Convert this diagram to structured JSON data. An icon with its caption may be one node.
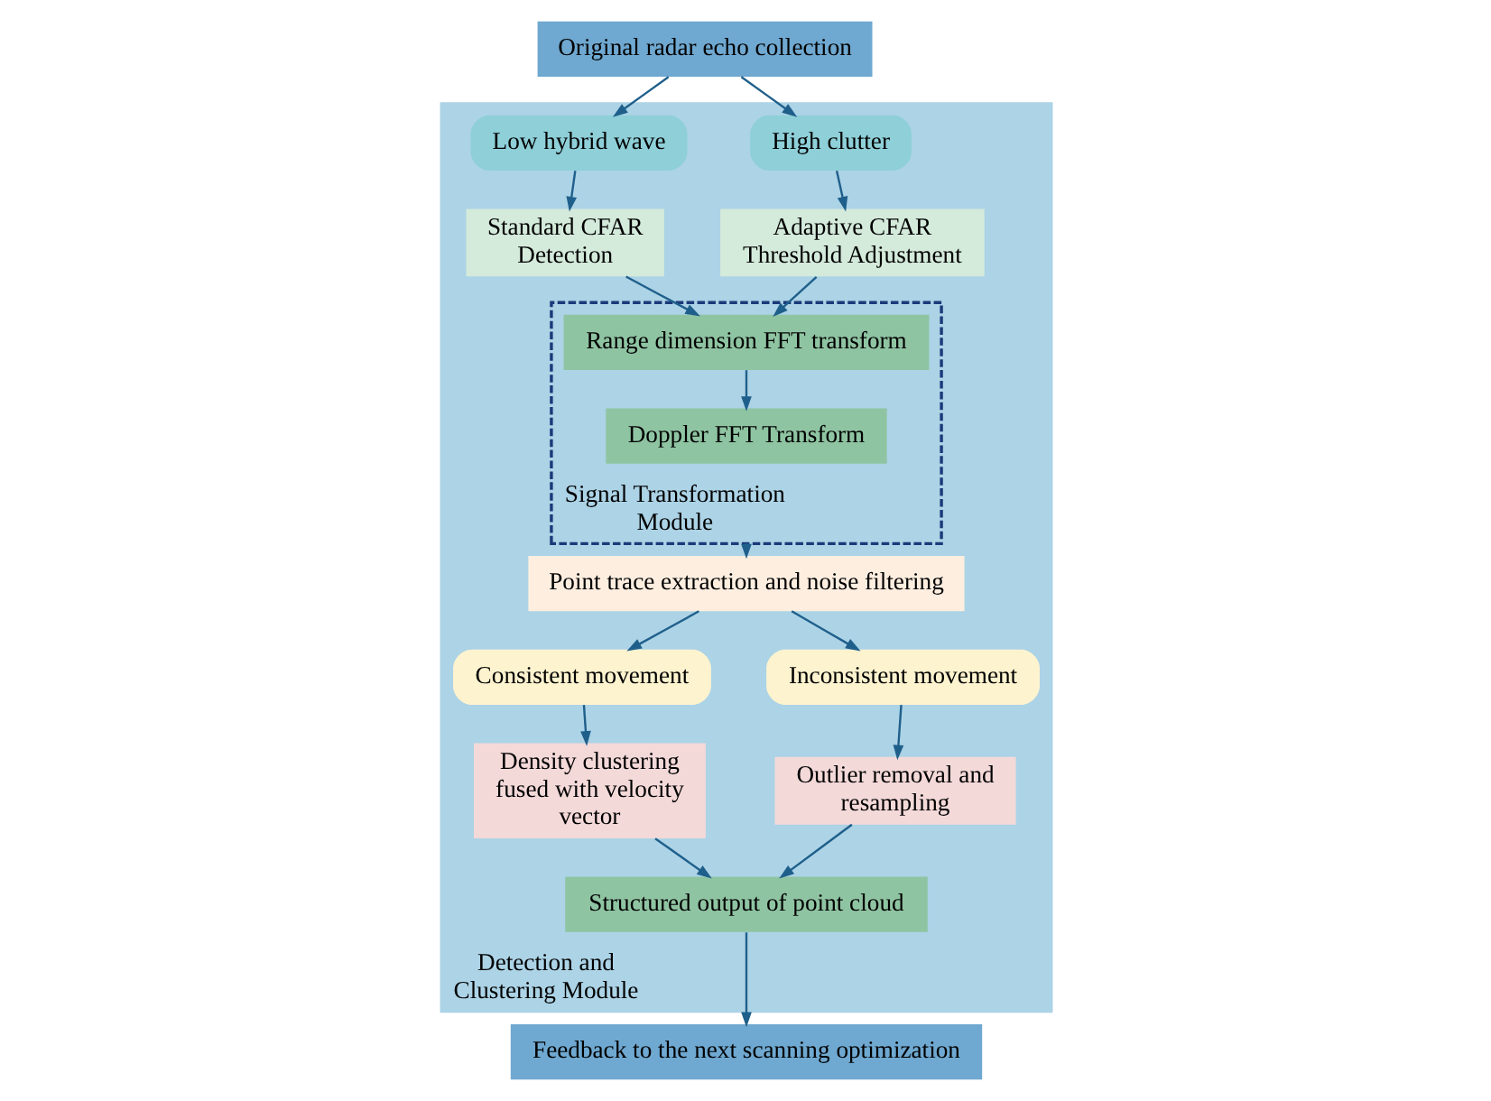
{
  "diagram": {
    "nodes": [
      {
        "text": [
          "Original radar echo collection"
        ]
      },
      {
        "text": [
          "Detection and Clustering Module"
        ]
      },
      {
        "text": [
          "High clutter"
        ],
        "in": 1
      },
      {
        "text": [
          "Low hybrid wave"
        ],
        "in": 1
      },
      {
        "text": [
          "Adaptive CFAR Threshold Adjustment"
        ],
        "in": 1
      },
      {
        "text": [
          "Standard CFAR Detection"
        ],
        "in": 1
      },
      {
        "text": [
          "Signal Transformation Module"
        ],
        "in": 1
      },
      {
        "text": [
          "Range dimension FFT transform"
        ],
        "in": 6
      },
      {
        "text": [
          "Doppler FFT Transform"
        ],
        "in": 6
      },
      {
        "text": [
          "Point trace extraction and noise filtering"
        ],
        "in": 1
      },
      {
        "text": [
          "Consistent movement"
        ],
        "in": 1
      },
      {
        "text": [
          "Inconsistent movement"
        ],
        "in": 1
      },
      {
        "text": [
          "Density clustering fused with velocity vector"
        ],
        "in": 1
      },
      {
        "text": [
          "Outlier removal and resampling"
        ],
        "in": 1
      },
      {
        "text": [
          "Structured output of point cloud"
        ],
        "in": 1
      },
      {
        "text": [
          "Feedback to the next scanning optimization"
        ]
      }
    ],
    "edges": [
      {
        "from": 0,
        "to": 2,
        "arrow": "to"
      },
      {
        "from": 0,
        "to": 3,
        "arrow": "to"
      },
      {
        "from": 2,
        "to": 4,
        "arrow": "to"
      },
      {
        "from": 3,
        "to": 5,
        "arrow": "to"
      },
      {
        "from": 4,
        "to": 7,
        "arrow": "to"
      },
      {
        "from": 5,
        "to": 7,
        "arrow": "to"
      },
      {
        "from": 7,
        "to": 8,
        "arrow": "to"
      },
      {
        "from": 6,
        "to": 9,
        "arrow": "to"
      },
      {
        "from": 9,
        "to": 10,
        "arrow": "to"
      },
      {
        "from": 9,
        "to": 11,
        "arrow": "to"
      },
      {
        "from": 10,
        "to": 12,
        "arrow": "to"
      },
      {
        "from": 11,
        "to": 13,
        "arrow": "to"
      },
      {
        "from": 12,
        "to": 14,
        "arrow": "to"
      },
      {
        "from": 13,
        "to": 14,
        "arrow": "to"
      },
      {
        "from": 14,
        "to": 15,
        "arrow": "to"
      }
    ]
  }
}
